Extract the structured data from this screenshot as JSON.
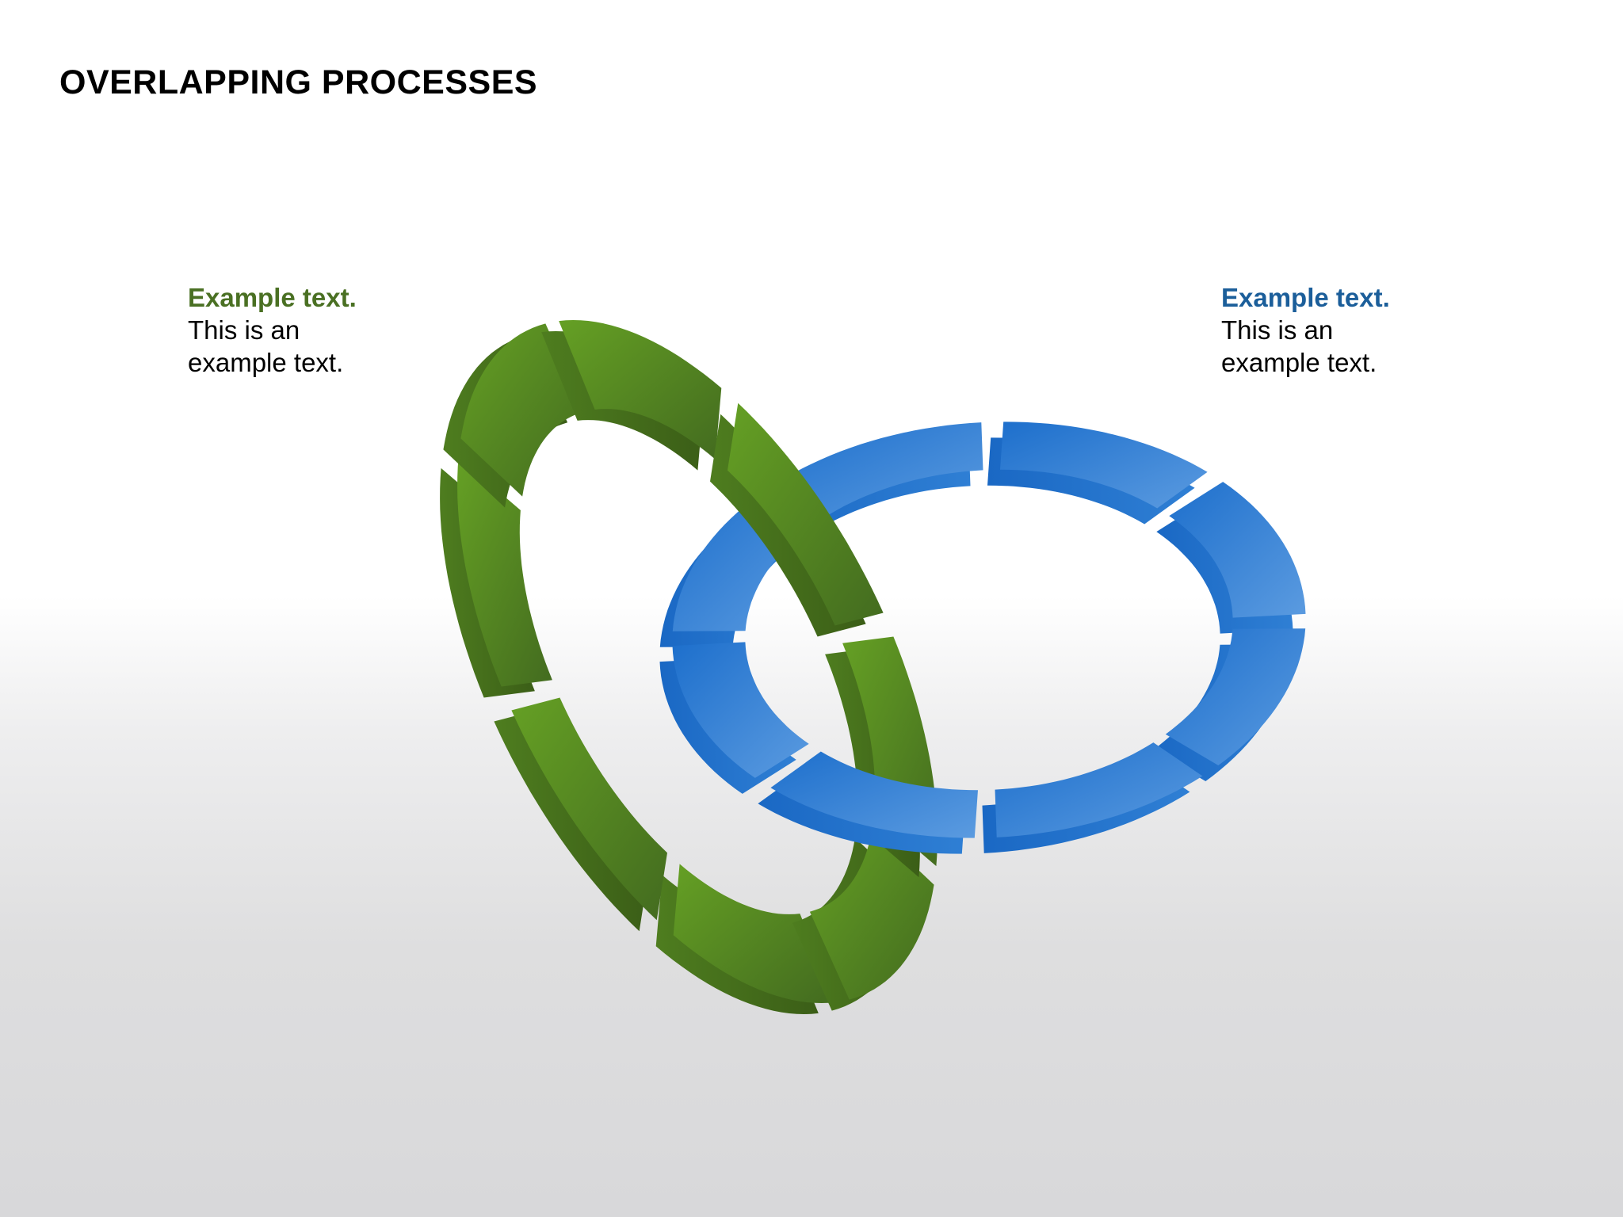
{
  "title": "OVERLAPPING PROCESSES",
  "callouts": {
    "green": {
      "heading": "Example text.",
      "line1": "This is an",
      "line2": "example text.",
      "color": "#4a7023"
    },
    "blue": {
      "heading": "Example text.",
      "line1": "This is an",
      "line2": "example text.",
      "color": "#1b5e9a"
    }
  },
  "rings": {
    "green": {
      "segments": 8,
      "face_color": "#5a8c22",
      "dark_color": "#3f6419"
    },
    "blue": {
      "segments": 8,
      "face_color": "#2a7ad0",
      "light_color": "#5a9ee0"
    }
  }
}
